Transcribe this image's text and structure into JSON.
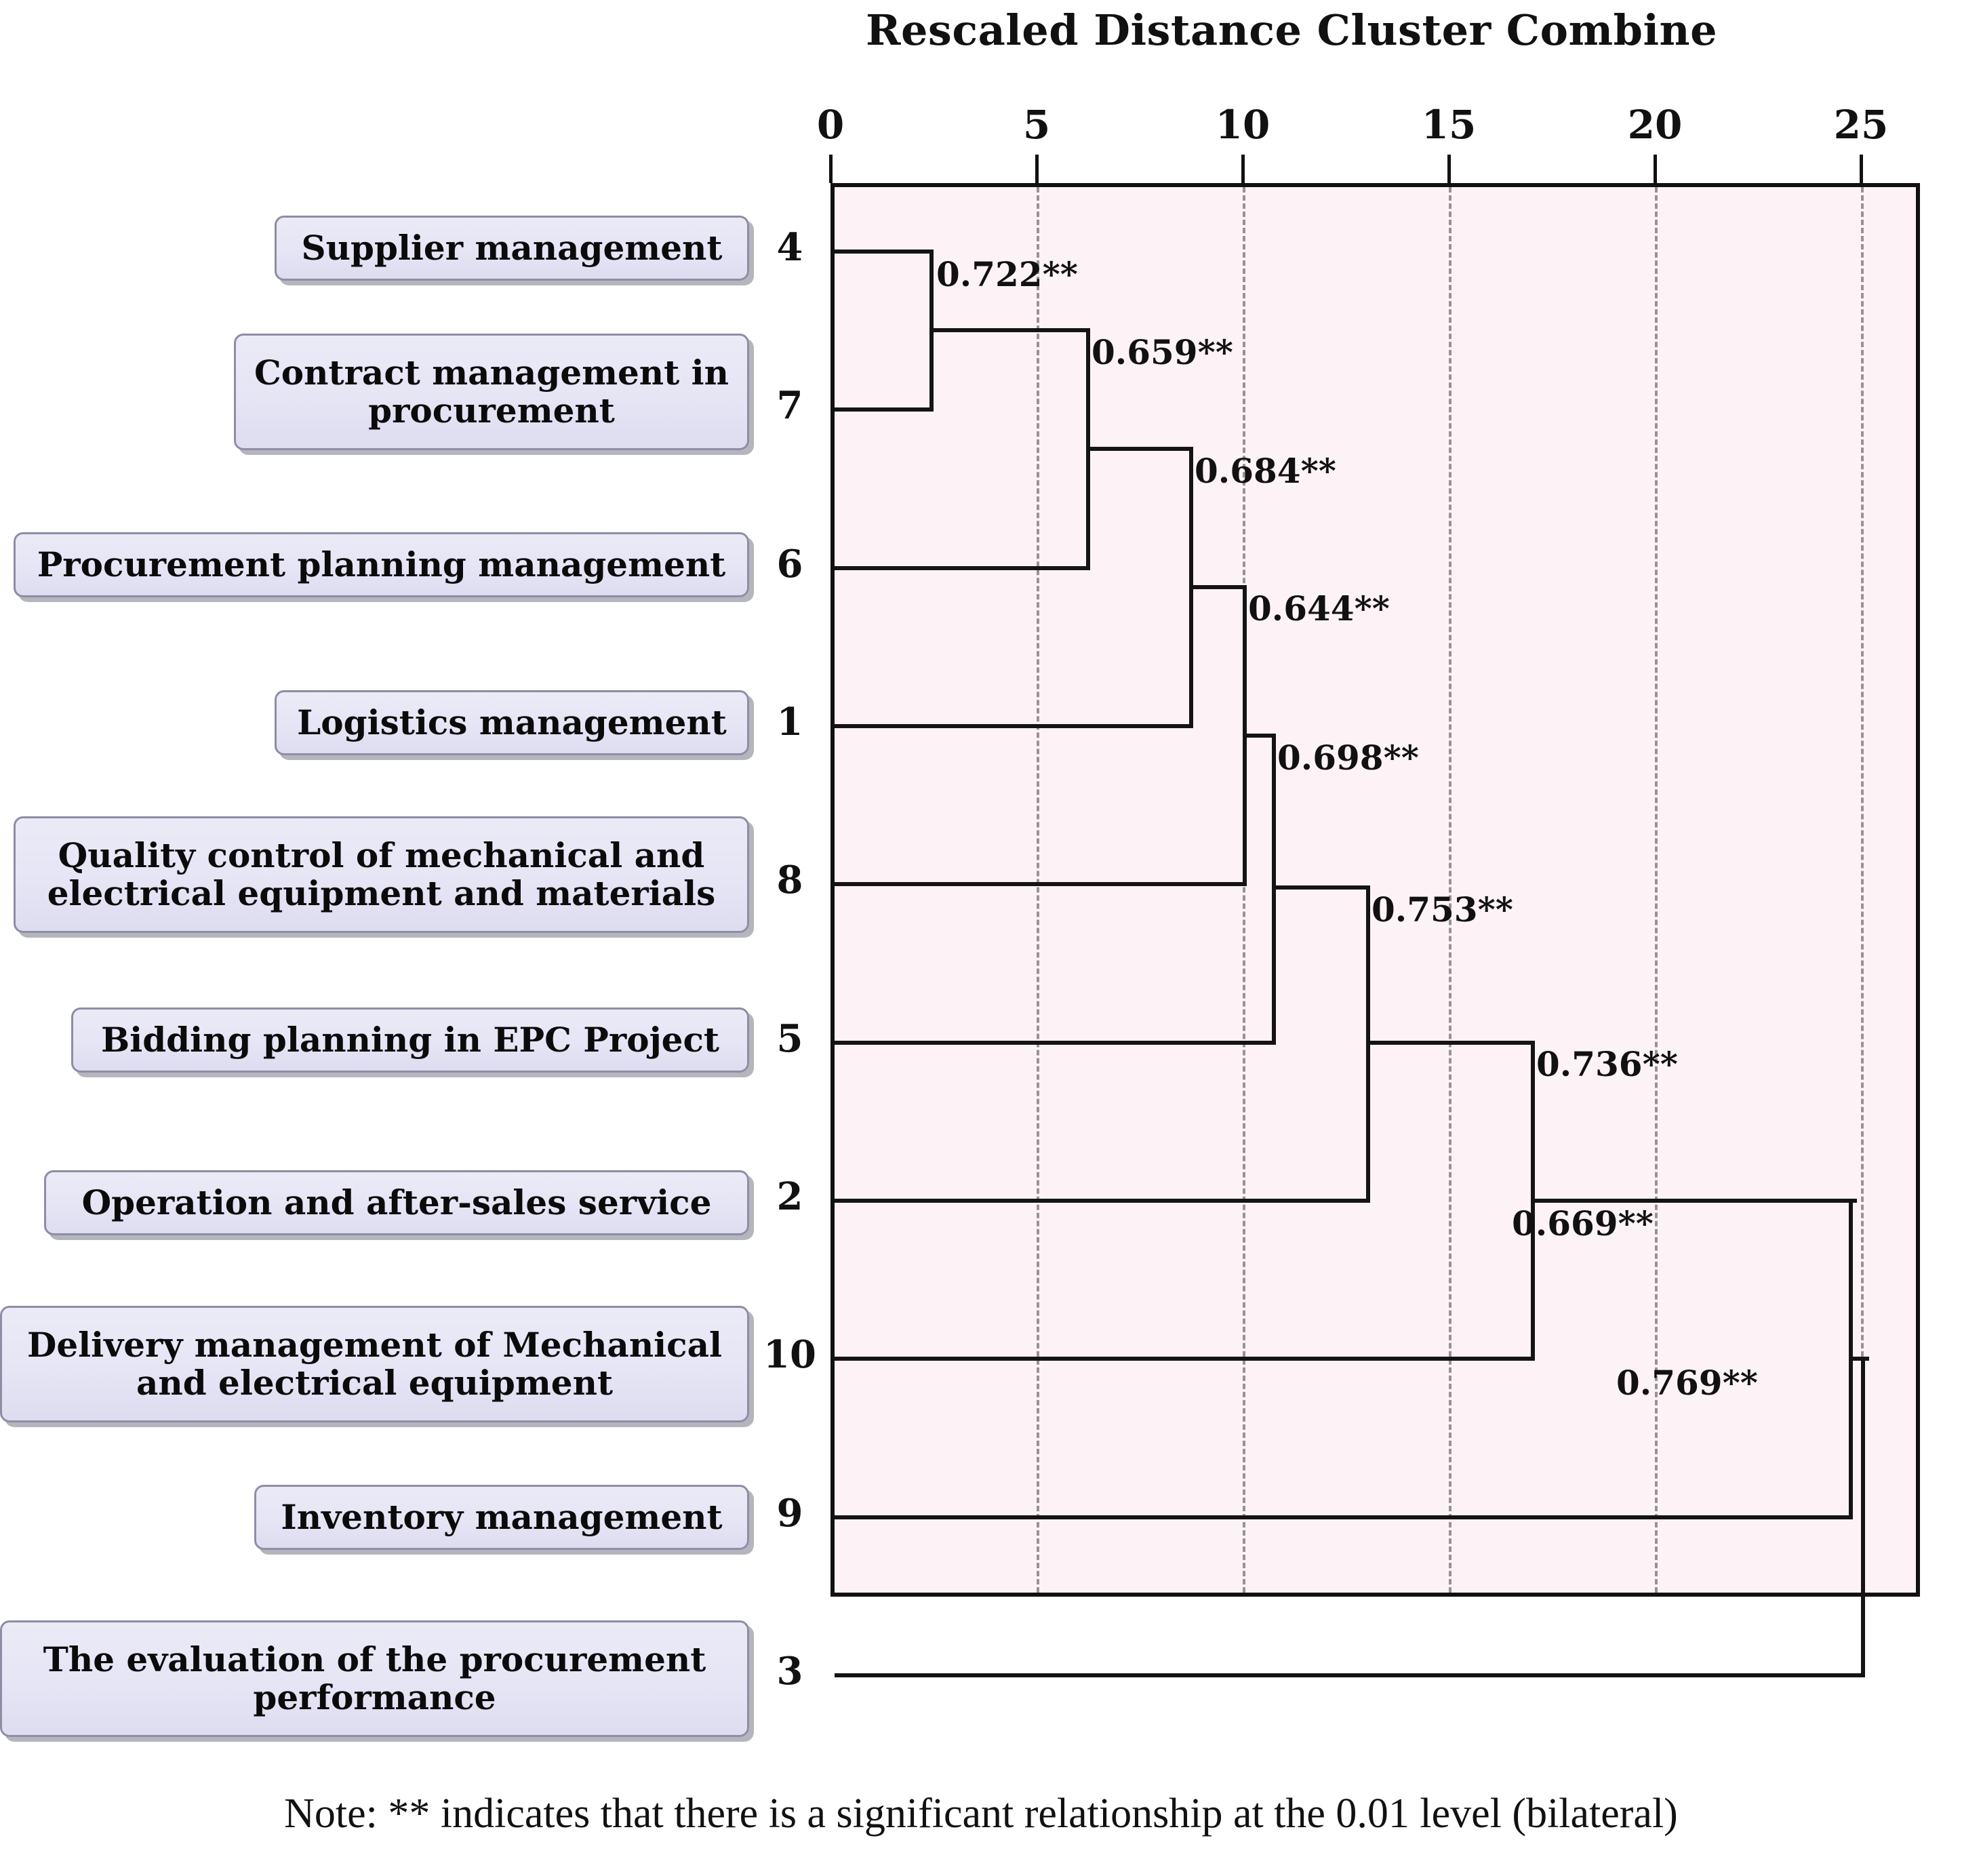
{
  "chart_data": {
    "type": "dendrogram",
    "title": "Rescaled Distance Cluster Combine",
    "xlabel": "Rescaled Distance Cluster Combine",
    "ylabel": "",
    "xlim": [
      0,
      26.4
    ],
    "xticks": [
      0,
      5,
      10,
      15,
      20,
      25
    ],
    "xtick_labels": [
      "0",
      "5",
      "10",
      "15",
      "20",
      "25"
    ],
    "grid": "vertical-dashed",
    "legend": "none",
    "leaves": [
      {
        "num": "4",
        "label": "Supplier management"
      },
      {
        "num": "7",
        "label": "Contract management in procurement"
      },
      {
        "num": "6",
        "label": "Procurement planning management"
      },
      {
        "num": "1",
        "label": "Logistics management"
      },
      {
        "num": "8",
        "label": "Quality control of mechanical and electrical equipment and materials"
      },
      {
        "num": "5",
        "label": "Bidding planning in EPC Project"
      },
      {
        "num": "2",
        "label": "Operation and after-sales service"
      },
      {
        "num": "10",
        "label": "Delivery management of Mechanical and electrical equipment"
      },
      {
        "num": "9",
        "label": "Inventory management"
      },
      {
        "num": "3",
        "label": "The evaluation of the procurement performance"
      }
    ],
    "merges": [
      {
        "id": "m1",
        "label": "0.722**",
        "value": 0.722,
        "distance": 2.4,
        "members": [
          "4",
          "7"
        ]
      },
      {
        "id": "m2",
        "label": "0.659**",
        "value": 0.659,
        "distance": 6.2,
        "members": [
          "4",
          "7",
          "6"
        ]
      },
      {
        "id": "m3",
        "label": "0.684**",
        "value": 0.684,
        "distance": 8.7,
        "members": [
          "4",
          "7",
          "6",
          "1"
        ]
      },
      {
        "id": "m4",
        "label": "0.644**",
        "value": 0.644,
        "distance": 10.0,
        "members": [
          "4",
          "7",
          "6",
          "1",
          "8"
        ]
      },
      {
        "id": "m5",
        "label": "0.698**",
        "value": 0.698,
        "distance": 10.7,
        "members": [
          "4",
          "7",
          "6",
          "1",
          "8",
          "5"
        ]
      },
      {
        "id": "m6",
        "label": "0.753**",
        "value": 0.753,
        "distance": 13.0,
        "members": [
          "4",
          "7",
          "6",
          "1",
          "8",
          "5",
          "2"
        ]
      },
      {
        "id": "m7",
        "label": "0.736**",
        "value": 0.736,
        "distance": 17.0,
        "members": [
          "4",
          "7",
          "6",
          "1",
          "8",
          "5",
          "2",
          "10"
        ]
      },
      {
        "id": "m8",
        "label": "0.669**",
        "value": 0.669,
        "distance": 24.7,
        "members": [
          "4",
          "7",
          "6",
          "1",
          "8",
          "5",
          "2",
          "10",
          "9"
        ]
      },
      {
        "id": "m9",
        "label": "0.769**",
        "value": 0.769,
        "distance": 25.0,
        "members": [
          "4",
          "7",
          "6",
          "1",
          "8",
          "5",
          "2",
          "10",
          "9",
          "3"
        ]
      }
    ],
    "annotations": {
      "note": "Note: ** indicates that there is a significant relationship at the 0.01 level (bilateral)"
    },
    "colors": {
      "plot_background": "#fdf3f7",
      "line": "#141414",
      "gridline": "#9a9098",
      "label_box_fill": "#e8e7f5",
      "label_box_border": "#8d8da5"
    }
  }
}
